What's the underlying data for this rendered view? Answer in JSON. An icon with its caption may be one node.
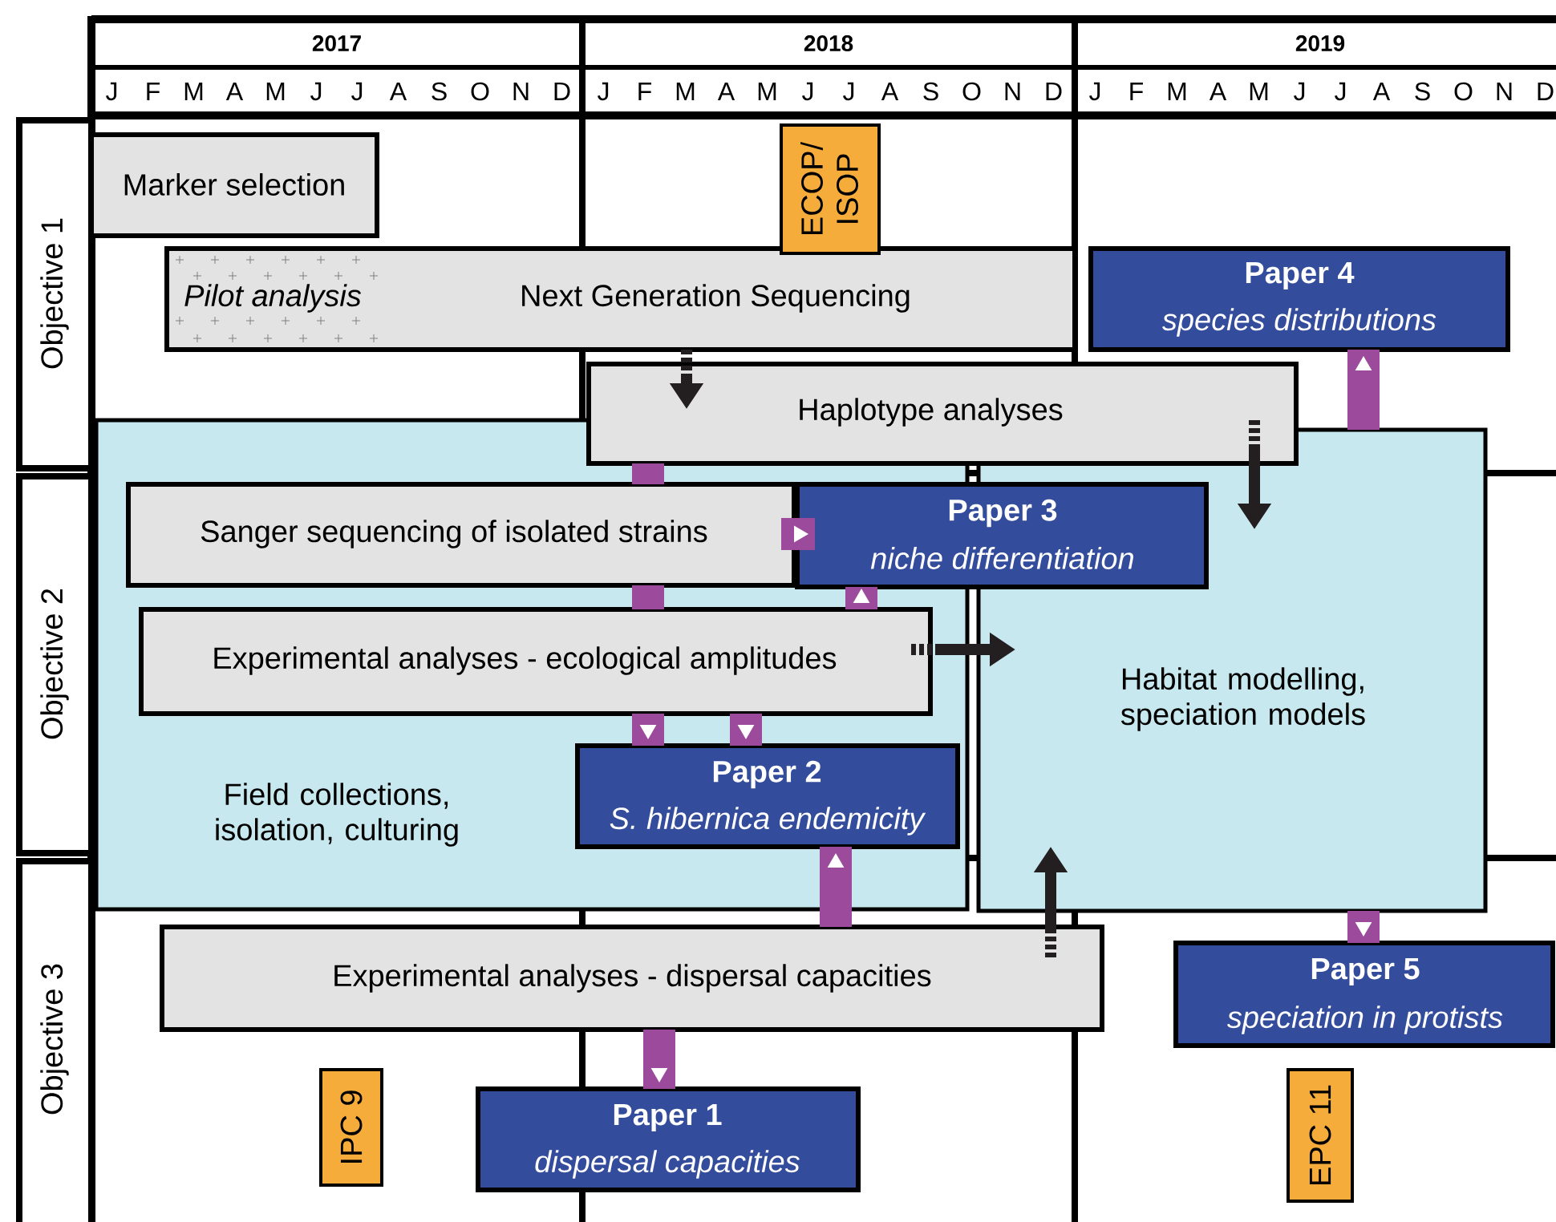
{
  "diagram": {
    "nodes": [
      {
        "text": [
          "Objective 1"
        ]
      },
      {
        "text": [
          "Objective 2"
        ]
      },
      {
        "text": [
          "Objective 3"
        ]
      },
      {
        "text": [
          "Marker selection"
        ]
      },
      {
        "text": [
          "Pilot analysis",
          "Next Generation Sequencing"
        ]
      },
      {
        "text": [
          "ECOP/ ISOP"
        ]
      },
      {
        "text": [
          "Paper 4",
          "species distributions"
        ]
      },
      {
        "text": [
          "Haplotype analyses"
        ]
      },
      {
        "text": [
          "Field collections, isolation, culturing"
        ]
      },
      {
        "text": [
          "Sanger sequencing of isolated strains"
        ],
        "in": 8
      },
      {
        "text": [
          "Paper 3",
          "niche differentiation"
        ]
      },
      {
        "text": [
          "Experimental analyses - ecological amplitudes"
        ],
        "in": 8
      },
      {
        "text": [
          "Habitat modelling, speciation models"
        ]
      },
      {
        "text": [
          "Paper 2",
          "S. hibernica endemicity"
        ],
        "in": 8
      },
      {
        "text": [
          "Experimental analyses - dispersal capacities"
        ]
      },
      {
        "text": [
          "Paper 5",
          "speciation in protists"
        ]
      },
      {
        "text": [
          "IPC 9"
        ]
      },
      {
        "text": [
          "Paper 1",
          "dispersal capacities"
        ]
      },
      {
        "text": [
          "EPC 11"
        ]
      }
    ],
    "edges": [
      {
        "from": 4,
        "to": 7,
        "arrow": "to",
        "style": "dashed",
        "color": "#231f20"
      },
      {
        "from": 7,
        "to": 12,
        "arrow": "to",
        "style": "dashed",
        "color": "#231f20"
      },
      {
        "from": 11,
        "to": 12,
        "arrow": "to",
        "style": "dashed",
        "color": "#231f20"
      },
      {
        "from": 14,
        "to": 12,
        "arrow": "to",
        "style": "dashed",
        "color": "#231f20"
      },
      {
        "from": 9,
        "to": 10,
        "arrow": "to"
      },
      {
        "from": 7,
        "to": 9,
        "arrow": "none"
      },
      {
        "from": 9,
        "to": 11,
        "arrow": "none"
      },
      {
        "from": 11,
        "to": 13,
        "arrow": "to"
      },
      {
        "from": 11,
        "to": 13,
        "arrow": "to"
      },
      {
        "from": 11,
        "to": 10,
        "arrow": "to"
      },
      {
        "from": 14,
        "to": 13,
        "arrow": "to"
      },
      {
        "from": 12,
        "to": 6,
        "arrow": "to"
      },
      {
        "from": 12,
        "to": 15,
        "arrow": "to"
      },
      {
        "from": 14,
        "to": 17,
        "arrow": "to"
      }
    ],
    "labels": [
      "2017",
      "2018",
      "2019",
      "J",
      "F",
      "M",
      "A",
      "M",
      "J",
      "J",
      "A",
      "S",
      "O",
      "N",
      "D",
      "J",
      "F",
      "M",
      "A",
      "M",
      "J",
      "J",
      "A",
      "S",
      "O",
      "N",
      "D",
      "J",
      "F",
      "M",
      "A",
      "M",
      "J",
      "J",
      "A",
      "S",
      "O",
      "N",
      "D"
    ]
  }
}
